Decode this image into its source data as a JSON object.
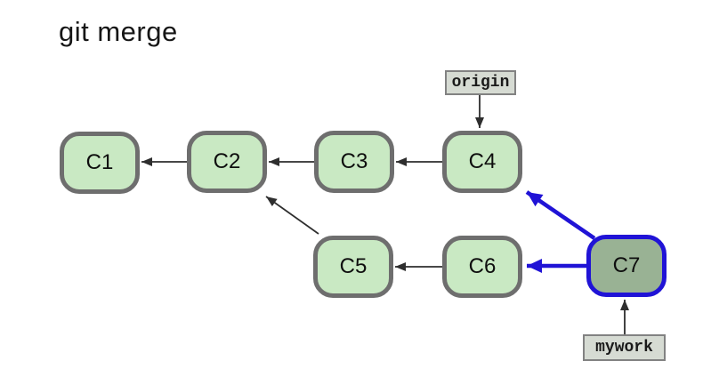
{
  "title": "git merge",
  "diagram": {
    "nodes": [
      {
        "id": "C1",
        "label": "C1",
        "type": "commit"
      },
      {
        "id": "C2",
        "label": "C2",
        "type": "commit"
      },
      {
        "id": "C3",
        "label": "C3",
        "type": "commit"
      },
      {
        "id": "C4",
        "label": "C4",
        "type": "commit"
      },
      {
        "id": "C5",
        "label": "C5",
        "type": "commit"
      },
      {
        "id": "C6",
        "label": "C6",
        "type": "commit"
      },
      {
        "id": "C7",
        "label": "C7",
        "type": "merge-commit"
      }
    ],
    "refs": [
      {
        "label": "origin",
        "points_to": "C4"
      },
      {
        "label": "mywork",
        "points_to": "C7"
      }
    ],
    "edges": [
      {
        "from": "C2",
        "to": "C1",
        "style": "normal"
      },
      {
        "from": "C3",
        "to": "C2",
        "style": "normal"
      },
      {
        "from": "C4",
        "to": "C3",
        "style": "normal"
      },
      {
        "from": "C5",
        "to": "C2",
        "style": "normal"
      },
      {
        "from": "C6",
        "to": "C5",
        "style": "normal"
      },
      {
        "from": "C7",
        "to": "C4",
        "style": "merge"
      },
      {
        "from": "C7",
        "to": "C6",
        "style": "merge"
      },
      {
        "from": "origin",
        "to": "C4",
        "style": "ref-pointer"
      },
      {
        "from": "mywork",
        "to": "C7",
        "style": "ref-pointer"
      }
    ],
    "colors": {
      "commit_fill": "#c9e9c3",
      "commit_border": "#6e6e6e",
      "merge_commit_fill": "#99b294",
      "merge_commit_border": "#2013d6",
      "ref_fill": "#d6dbd3",
      "ref_border": "#828282",
      "edge": "#2e2e2e",
      "merge_edge": "#2013d6",
      "background": "#ffffff"
    }
  }
}
